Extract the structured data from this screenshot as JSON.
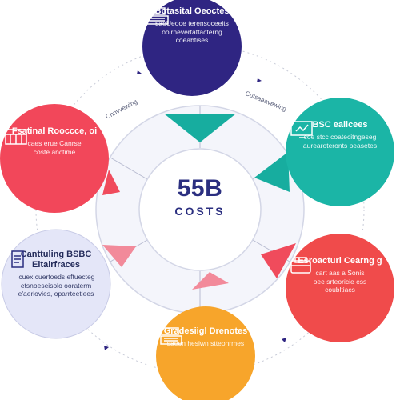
{
  "center": {
    "main": "55B",
    "sub": "COSTS"
  },
  "ring_labels": [
    "Cnnvvewing",
    "Cutsaaavewing"
  ],
  "nodes": [
    {
      "id": "top",
      "color": "#2f2582",
      "icon": "monitor-stack-icon",
      "title": "Botasital Oeoctes",
      "desc": [
        "saeUeooe terensoceeits",
        "ooirnevertatfacterng",
        "coeabtises"
      ]
    },
    {
      "id": "right-upper",
      "color": "#1bb5a6",
      "icon": "dashboard-monitor-icon",
      "title": "BSC ealicees",
      "desc": [
        "coe stcc coatecitngeseg",
        "aurearoteronts peasetes"
      ]
    },
    {
      "id": "right-lower",
      "color": "#f04b4b",
      "icon": "wallet-card-icon",
      "title": "Esroacturl Cearng g",
      "desc": [
        "cart aas a Sonis",
        "oee srteoricie ess",
        "coubltiacs"
      ]
    },
    {
      "id": "bottom",
      "color": "#f7a52b",
      "icon": "server-stack-icon",
      "title": "Gradesiigl Drenotes",
      "desc": [
        "saeon hesiwn stteonrmes"
      ]
    },
    {
      "id": "left-lower",
      "color": "#e4e6f8",
      "icon": "document-icon",
      "title": "Canttuling BSBC Eltairfraces",
      "desc": [
        "lcuex cuertoeds eftuecteg",
        "etsnoeseisolo ooraterm",
        "e'aeriovies, oparrteetiees"
      ]
    },
    {
      "id": "left-upper",
      "color": "#f2475a",
      "icon": "building-icon",
      "title": "Fsatinal Rooccce, oi",
      "desc": [
        "caes erue Canrse",
        "coste anctime"
      ]
    }
  ]
}
